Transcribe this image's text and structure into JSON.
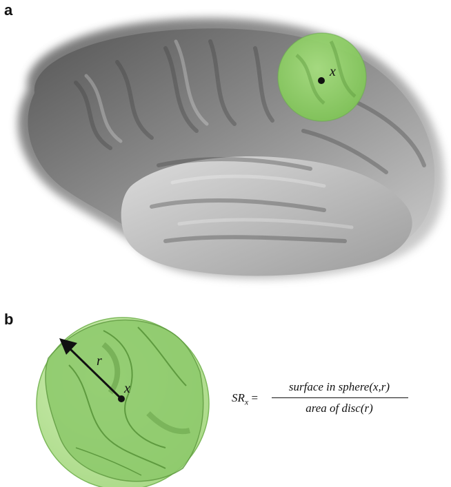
{
  "panels": {
    "a": {
      "label": "a",
      "point_label": "x"
    },
    "b": {
      "label": "b",
      "point_label": "x",
      "radius_label": "r"
    }
  },
  "formula": {
    "lhs": "SR",
    "lhs_subscript": "x",
    "equals": "=",
    "numerator": "surface in sphere(x,r)",
    "denominator": "area of disc(r)"
  },
  "colors": {
    "sphere_fill": "#8fd06b",
    "sphere_edge": "#6aa84f",
    "brain_dark": "#5a5a5a",
    "brain_light": "#e6e6e6"
  }
}
